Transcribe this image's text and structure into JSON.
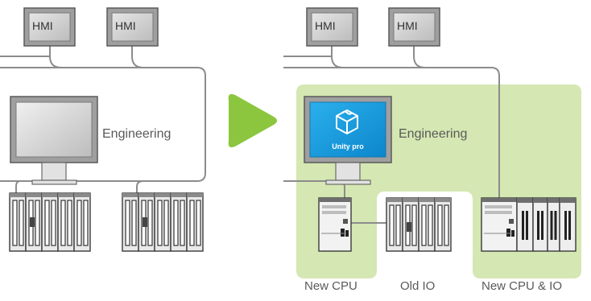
{
  "diagram": {
    "hmi_label": "HMI",
    "engineering_label": "Engineering",
    "software_logo_text": "Unity pro",
    "captions": {
      "new_cpu": "New CPU",
      "old_io": "Old IO",
      "new_cpu_io": "New CPU & IO"
    },
    "colors": {
      "line": "#8c8c8c",
      "highlight_zone": "#d5e7b2",
      "arrow": "#8cc63f",
      "screen_blue": "#1a9fe0"
    },
    "icons": {
      "transition_arrow": "play-triangle",
      "software_logo": "cube-puzzle-icon"
    }
  }
}
